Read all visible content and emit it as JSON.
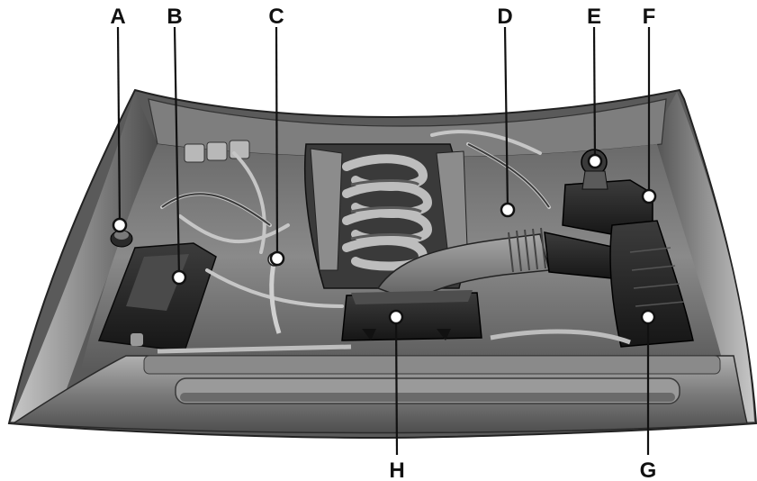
{
  "callouts": {
    "A": "A",
    "B": "B",
    "C": "C",
    "D": "D",
    "E": "E",
    "F": "F",
    "G": "G",
    "H": "H"
  },
  "colors": {
    "background": "#ffffff",
    "engine_bay_dark": "#2a2a2a",
    "engine_bay_mid": "#6e6e6e",
    "engine_bay_light": "#b5b5b5",
    "leader_line": "#111111"
  },
  "icons": {
    "engine": "engine-compartment-illustration"
  }
}
